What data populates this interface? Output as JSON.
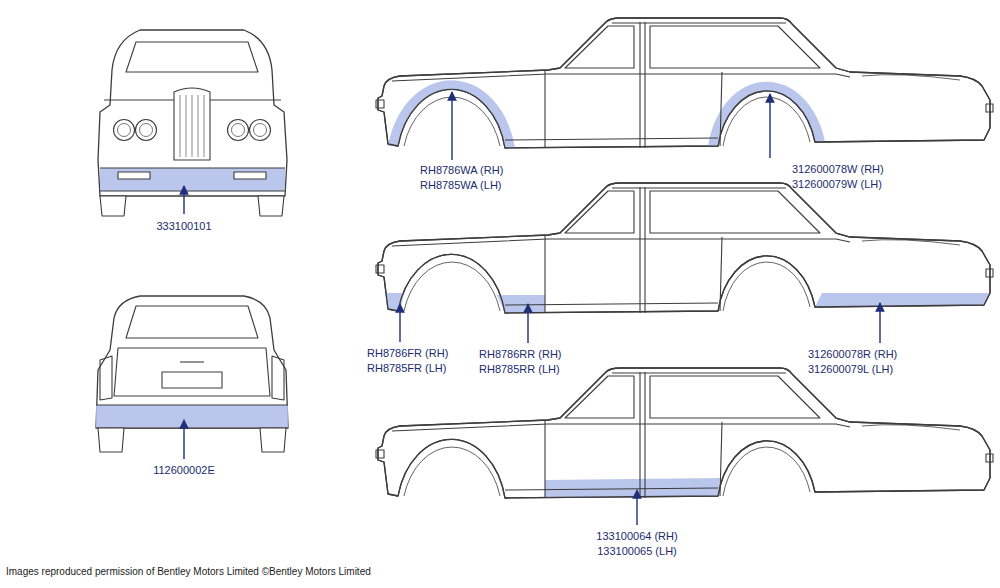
{
  "diagram": {
    "labels": [
      "333100101",
      "RH8786WA (RH)",
      "RH8785WA (LH)",
      "312600078W (RH)",
      "312600079W (LH)",
      "RH8786FR (RH)",
      "RH8785FR (LH)",
      "RH8786RR (RH)",
      "RH8785RR (LH)",
      "312600078R (RH)",
      "312600079L (LH)",
      "112600002E",
      "133100064 (RH)",
      "133100065 (LH)",
      "Images reproduced permission of Bentley Motors Limited ©Bentley Motors Limited"
    ]
  }
}
